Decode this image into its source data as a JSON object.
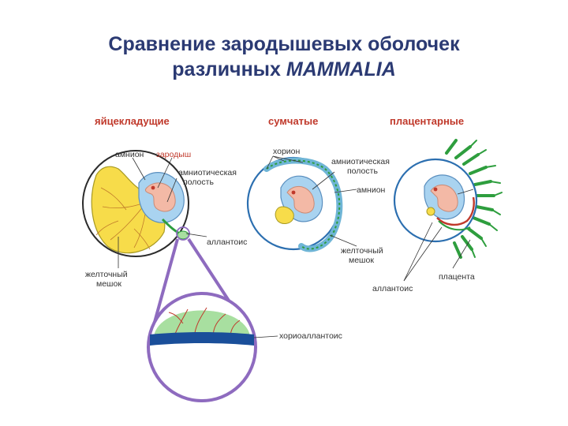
{
  "title": {
    "line1": "Сравнение зародышевых оболочек",
    "line2_prefix": "различных ",
    "line2_em": "MAMMALIA"
  },
  "columns": {
    "monotremes": "яйцекладущие",
    "marsupials": "сумчатые",
    "placentals": "плацентарные"
  },
  "labels": {
    "amnion_left": "амнион",
    "embryo": "зародыш",
    "amniotic_cavity_left_1": "амниотическая",
    "amniotic_cavity_left_2": "полость",
    "allantois_left": "аллантоис",
    "yolk_sac_left_1": "желточный",
    "yolk_sac_left_2": "мешок",
    "chorion": "хорион",
    "amniotic_cavity_mid_1": "амниотическая",
    "amniotic_cavity_mid_2": "полость",
    "amnion_mid": "амнион",
    "yolk_sac_mid_1": "желточный",
    "yolk_sac_mid_2": "мешок",
    "placenta": "плацента",
    "allantois_right": "аллантоис",
    "chorioallantois": "хориоаллантоис"
  },
  "colors": {
    "title": "#2b3a73",
    "column_heading": "#c0392b",
    "amnion_blue": "#a9d3f0",
    "embryo_pink": "#f3b9a6",
    "yolk_yellow": "#f7dc4a",
    "chorion_blue": "#2c6fb0",
    "placenta_green": "#2e9e3e",
    "lens_purple": "#8e6bbf",
    "membrane_green": "#a8dfa0",
    "vessel_red": "#c0392b"
  }
}
